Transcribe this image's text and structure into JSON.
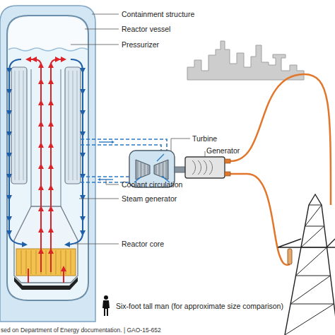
{
  "diagram": {
    "labels": [
      "Containment structure",
      "Reactor vessel",
      "Pressurizer",
      "Turbine",
      "Generator",
      "Coolant circulation",
      "Steam generator",
      "Reactor core",
      "Six-foot tall man (for approximate size comparison)",
      "sed on Department of Energy documentation. | GAO-15-652"
    ]
  }
}
